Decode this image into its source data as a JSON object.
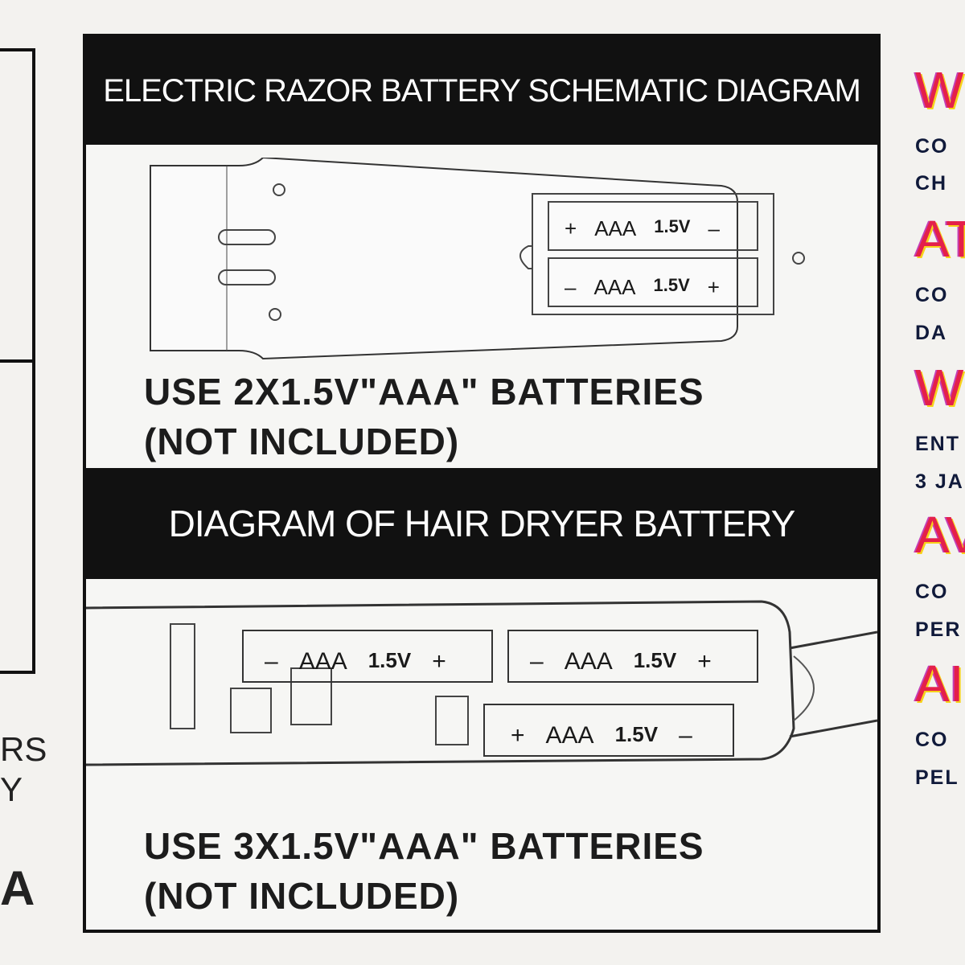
{
  "left_fragment": {
    "line1": "RS",
    "line2": "Y",
    "line3": "A"
  },
  "razor": {
    "title": "ELECTRIC RAZOR BATTERY SCHEMATIC DIAGRAM",
    "batteries": [
      {
        "left": "+",
        "type": "AAA",
        "voltage": "1.5V",
        "right": "–"
      },
      {
        "left": "–",
        "type": "AAA",
        "voltage": "1.5V",
        "right": "+"
      }
    ],
    "caption_line1": "USE 2X1.5V\"AAA\" BATTERIES",
    "caption_line2": "(NOT INCLUDED)"
  },
  "dryer": {
    "title": "DIAGRAM OF HAIR DRYER BATTERY",
    "batteries": [
      {
        "left": "–",
        "type": "AAA",
        "voltage": "1.5V",
        "right": "+"
      },
      {
        "left": "–",
        "type": "AAA",
        "voltage": "1.5V",
        "right": "+"
      },
      {
        "left": "+",
        "type": "AAA",
        "voltage": "1.5V",
        "right": "–"
      }
    ],
    "caption_line1": "USE 3X1.5V\"AAA\" BATTERIES",
    "caption_line2": "(NOT INCLUDED)"
  },
  "warnings": [
    {
      "heading": "W",
      "line1": "CO",
      "line2": "CH"
    },
    {
      "heading": "AT",
      "line1": "CO",
      "line2": "DA"
    },
    {
      "heading": "W",
      "line1": "ENT",
      "line2": "3 JA"
    },
    {
      "heading": "AV",
      "line1": "CO",
      "line2": "PER"
    },
    {
      "heading": "AI",
      "line1": "CO",
      "line2": "PEL"
    }
  ]
}
